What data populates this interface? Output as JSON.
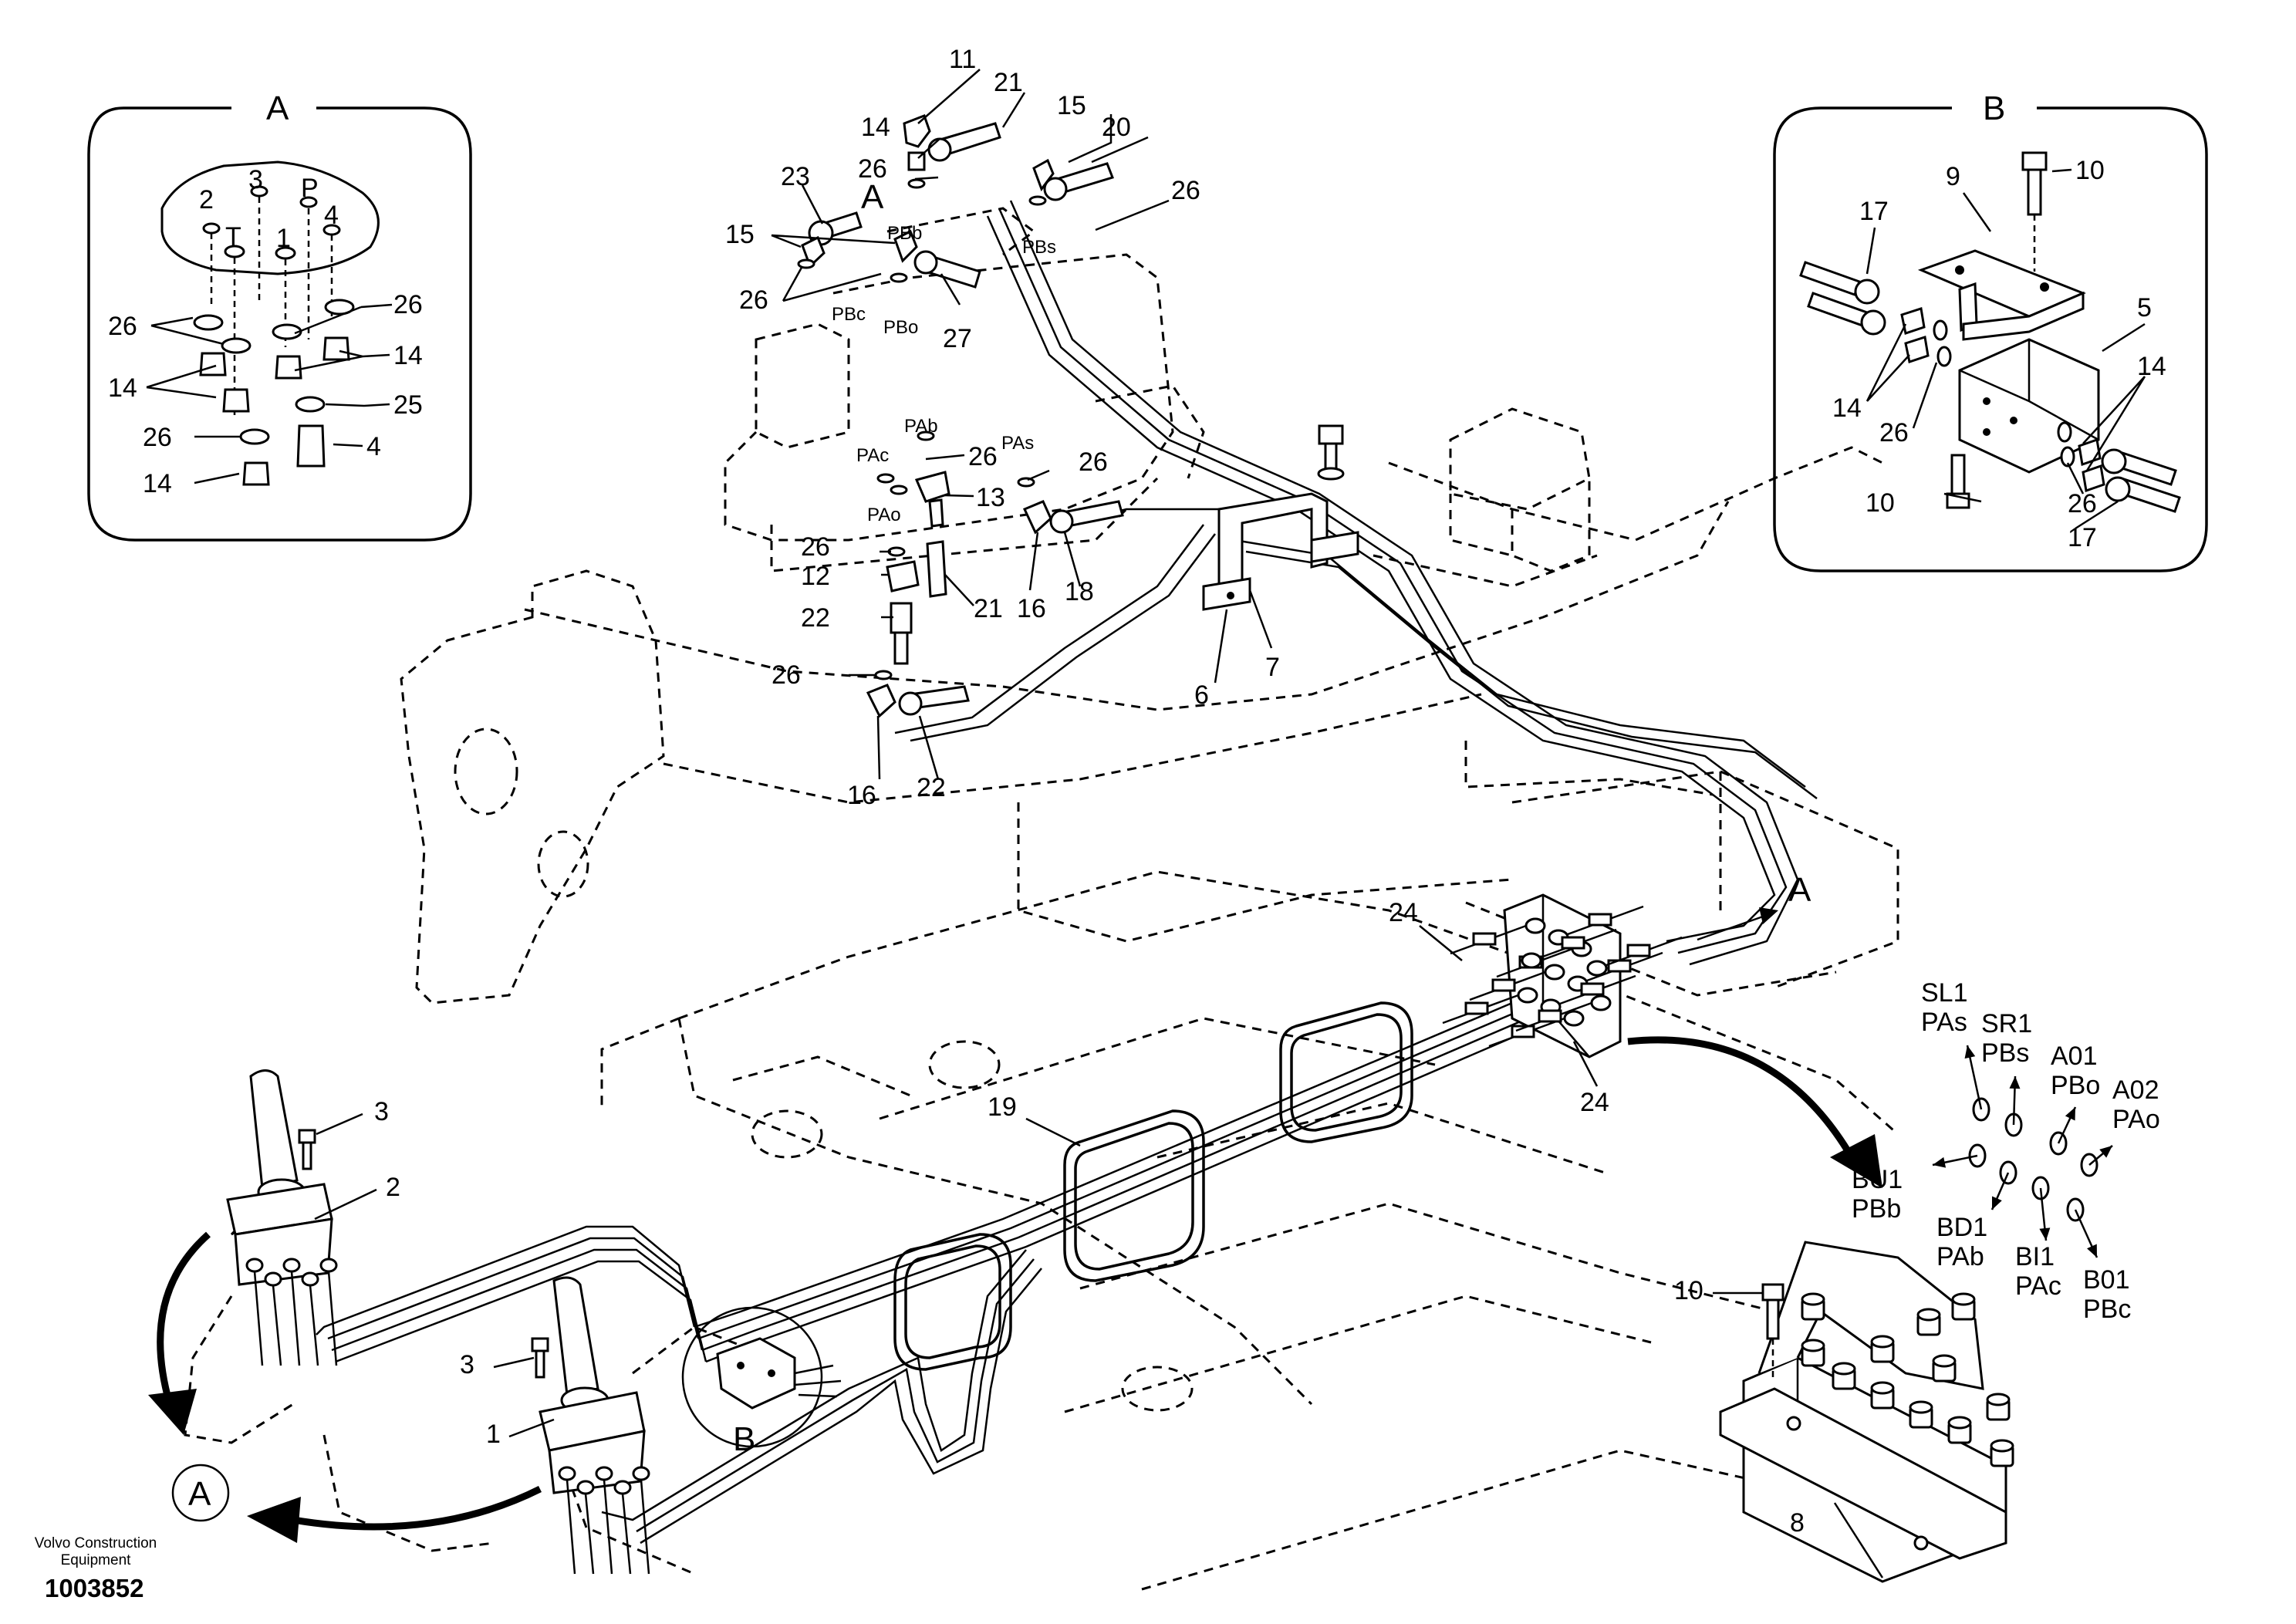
{
  "callouts": {
    "c1": "1",
    "c2": "2",
    "c3": "3",
    "c4": "4",
    "c5": "5",
    "c6": "6",
    "c7": "7",
    "c8": "8",
    "c9": "9",
    "c10": "10",
    "c11": "11",
    "c12": "12",
    "c13": "13",
    "c14": "14",
    "c15": "15",
    "c16": "16",
    "c17": "17",
    "c18": "18",
    "c19": "19",
    "c20": "20",
    "c21": "21",
    "c22": "22",
    "c23": "23",
    "c24": "24",
    "c25": "25",
    "c26": "26",
    "c27": "27"
  },
  "views": {
    "a": "A",
    "b": "B"
  },
  "ports": {
    "p1": "1",
    "p2": "2",
    "p3": "3",
    "p4": "4",
    "pT": "T",
    "pP": "P",
    "PBb": "PBb",
    "PBs": "PBs",
    "PBc": "PBc",
    "PBo": "PBo",
    "PAb": "PAb",
    "PAc": "PAc",
    "PAs": "PAs",
    "PAo": "PAo"
  },
  "port_map": {
    "SL1": "SL1",
    "PAs": "PAs",
    "SR1": "SR1",
    "PBs": "PBs",
    "A01": "A01",
    "PBo": "PBo",
    "A02": "A02",
    "PAo": "PAo",
    "BU1": "BU1",
    "PBb": "PBb",
    "BD1": "BD1",
    "PAb": "PAb",
    "BI1": "BI1",
    "PAc": "PAc",
    "B01": "B01",
    "PBc": "PBc"
  },
  "footer": {
    "maker": "Volvo Construction Equipment",
    "docno": "1003852"
  }
}
